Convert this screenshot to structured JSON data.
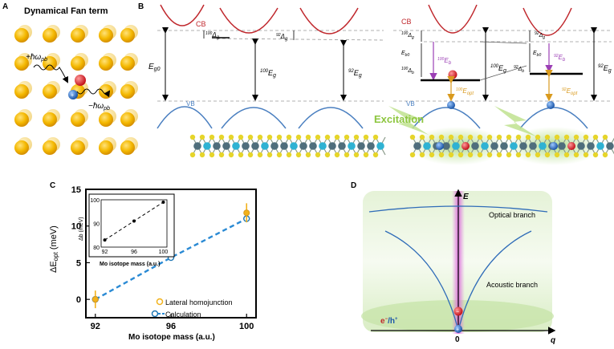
{
  "panels": {
    "A": {
      "letter": "A",
      "title": "Dynamical Fan term",
      "absorb_label": "+ħω",
      "absorb_sub": "pb",
      "emit_label": "−ħω",
      "emit_sub": "pb"
    },
    "B": {
      "letter": "B",
      "cb_left": "CB",
      "vb_left": "VB",
      "eg0": "E",
      "eg0_sub": "g0",
      "eg100_pre": "100",
      "eg100": "E",
      "eg100_sub": "g",
      "eg92_pre": "92",
      "eg92": "E",
      "eg92_sub": "g",
      "dg100_pre": "100",
      "dg100": "Δ",
      "dg100_sub": "g",
      "dg92_pre": "92",
      "dg92": "Δ",
      "dg92_sub": "g",
      "cb_right": "CB",
      "vb_right": "VB",
      "excitation": "Excitation",
      "r_dg100_pre": "100",
      "r_dg100": "Δ",
      "r_dg100_sub": "g",
      "r_eb0": "E",
      "r_eb0_sub": "b0",
      "r_db100_pre": "100",
      "r_db100": "Δ",
      "r_db100_sub": "b",
      "r_eb100_pre": "100",
      "r_eb100": "E",
      "r_eb100_sub": "b",
      "r_eopt100_pre": "100",
      "r_eopt100": "E",
      "r_eopt100_sub": "opt",
      "r_eg100_pre": "100",
      "r_eg100": "E",
      "r_eg100_sub": "g",
      "r_dg92_pre": "92",
      "r_dg92": "Δ",
      "r_dg92_sub": "g",
      "r_eb0b": "E",
      "r_eb0b_sub": "b0",
      "r_db92_pre": "92",
      "r_db92": "Δ",
      "r_db92_sub": "b",
      "r_eb92_pre": "92",
      "r_eb92": "E",
      "r_eb92_sub": "b",
      "r_eopt92_pre": "92",
      "r_eopt92": "E",
      "r_eopt92_sub": "opt",
      "r_eg92_pre": "92",
      "r_eg92": "E",
      "r_eg92_sub": "g"
    },
    "C": {
      "letter": "C",
      "ylabel_pre": "ΔE",
      "ylabel_sub": "opt",
      "ylabel_unit": " (meV)",
      "xlabel": "Mo isotope mass (a.u.)",
      "legend_homo": "Lateral homojunction",
      "legend_calc": "Calculation",
      "inset_ylabel": "Δb (meV)",
      "inset_xlabel": "Mo isotope mass (a.u.)"
    },
    "D": {
      "letter": "D",
      "axis_e": "E",
      "axis_q": "q",
      "origin": "0",
      "optical": "Optical branch",
      "acoustic": "Acoustic branch",
      "carrier_e": "e",
      "carrier_sep": "/h",
      "minus": "−",
      "plus": "+"
    }
  },
  "colors": {
    "cb": "#c0282d",
    "vb": "#4a7fc0",
    "eb": "#9b3fb5",
    "eopt": "#d99a1e",
    "excitation": "#8dc63f",
    "homo": "#f2b21b",
    "calc": "#1f77b4",
    "dash_calc": "#2a8ad4"
  },
  "chart_data": [
    {
      "type": "scatter",
      "title": "",
      "xlabel": "Mo isotope mass (a.u.)",
      "ylabel": "ΔE_opt (meV)",
      "xlim": [
        91.5,
        100.5
      ],
      "ylim": [
        -2.5,
        15
      ],
      "xticks": [
        92,
        96,
        100
      ],
      "yticks": [
        0,
        5,
        10,
        15
      ],
      "legend": "lower-right",
      "series": [
        {
          "name": "Lateral homojunction",
          "x": [
            92,
            100
          ],
          "y": [
            0,
            11.8
          ],
          "yerr": [
            1.2,
            1.3
          ]
        },
        {
          "name": "Calculation",
          "x": [
            92,
            96,
            100
          ],
          "y": [
            0,
            5.7,
            11.0
          ]
        }
      ]
    },
    {
      "type": "line",
      "title": "",
      "xlabel": "Mo isotope mass (a.u.)",
      "ylabel": "Δb (meV)",
      "xlim": [
        91.5,
        100.5
      ],
      "ylim": [
        80,
        100
      ],
      "xticks": [
        92,
        96,
        100
      ],
      "yticks": [
        80,
        90,
        100
      ],
      "series": [
        {
          "x": [
            92,
            96,
            100
          ],
          "y": [
            83,
            91,
            99
          ]
        }
      ]
    }
  ]
}
